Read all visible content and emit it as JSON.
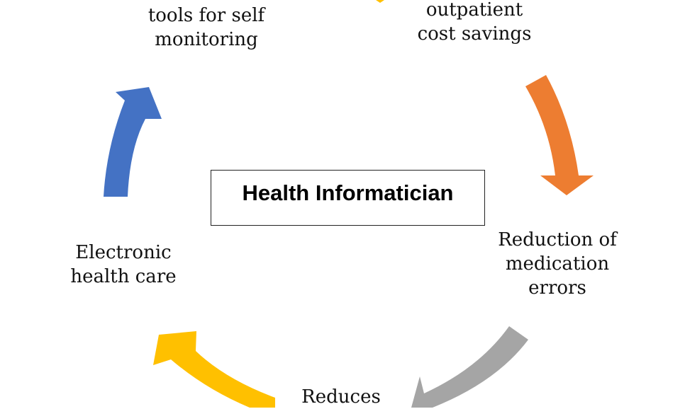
{
  "center": {
    "title": "Health Informatician"
  },
  "nodes": [
    {
      "id": "self-monitoring",
      "lines": [
        "tools for self",
        "monitoring"
      ]
    },
    {
      "id": "cost-savings",
      "lines": [
        "outpatient",
        "cost savings"
      ]
    },
    {
      "id": "medication-errors",
      "lines": [
        "Reduction of",
        "medication",
        "errors"
      ]
    },
    {
      "id": "reduces",
      "lines": [
        "Reduces"
      ]
    },
    {
      "id": "electronic-health-care",
      "lines": [
        "Electronic",
        "health care"
      ]
    }
  ],
  "arrows": [
    {
      "id": "orange",
      "color": "#ED7D31"
    },
    {
      "id": "gray",
      "color": "#A5A5A5"
    },
    {
      "id": "yellow",
      "color": "#FFC000"
    },
    {
      "id": "blue",
      "color": "#4472C4"
    }
  ]
}
